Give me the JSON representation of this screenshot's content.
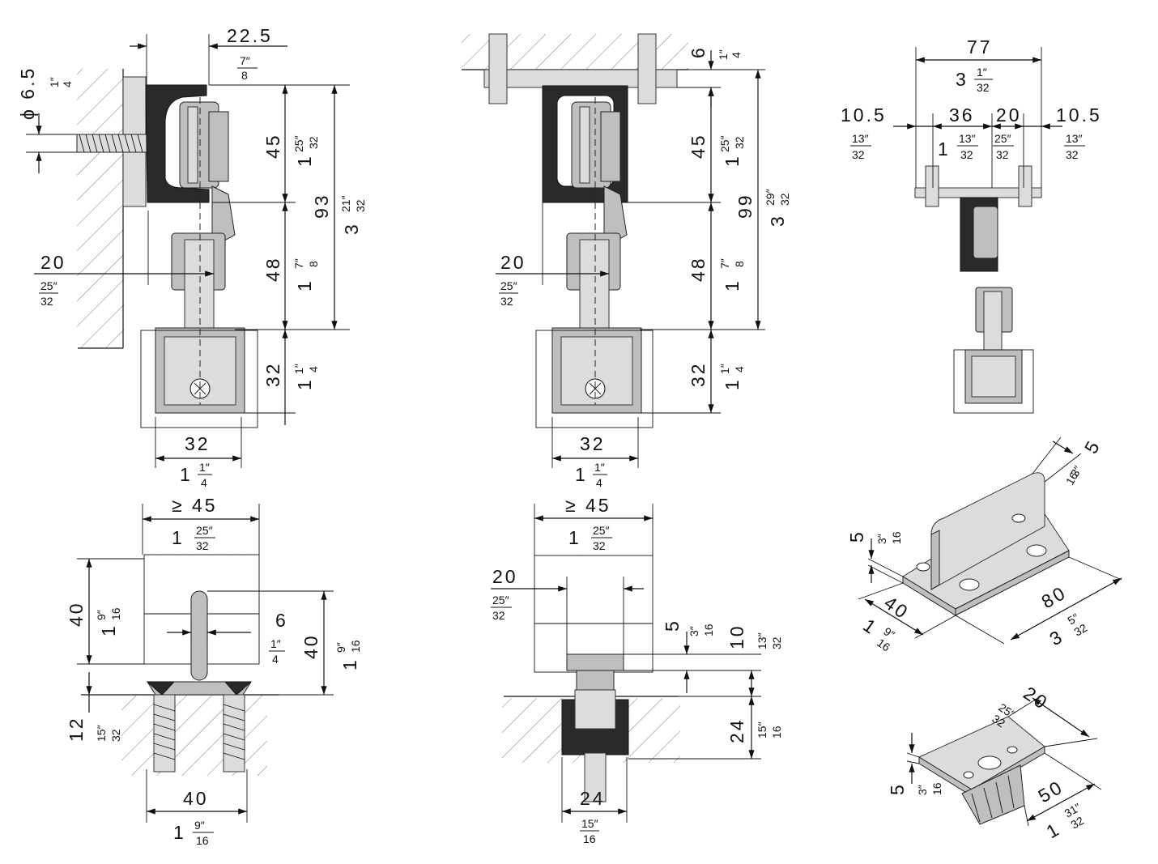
{
  "view1": {
    "d_22_5": "22.5",
    "d_22_5_in": "7″/8",
    "phi": "ϕ 6.5",
    "phi_in": "1″/4",
    "d45": "45",
    "d45_in_w": "1",
    "d45_in_n": "25″",
    "d45_in_d": "32",
    "d93": "93",
    "d93_in_w": "3",
    "d93_in_n": "21″",
    "d93_in_d": "32",
    "d20": "20",
    "d20_in_n": "25″",
    "d20_in_d": "32",
    "d48": "48",
    "d48_in_w": "1",
    "d48_in_n": "7″",
    "d48_in_d": "8",
    "d32v": "32",
    "d32v_in_w": "1",
    "d32v_in_n": "1″",
    "d32v_in_d": "4",
    "d32h": "32",
    "d32h_in_w": "1",
    "d32h_in_n": "1″",
    "d32h_in_d": "4"
  },
  "view2": {
    "d6": "6",
    "d6_in_n": "1″",
    "d6_in_d": "4",
    "d45": "45",
    "d45_in_w": "1",
    "d45_in_n": "25″",
    "d45_in_d": "32",
    "d99": "99",
    "d99_in_w": "3",
    "d99_in_n": "29″",
    "d99_in_d": "32",
    "d20": "20",
    "d20_in_n": "25″",
    "d20_in_d": "32",
    "d48": "48",
    "d48_in_w": "1",
    "d48_in_n": "7″",
    "d48_in_d": "8",
    "d32v": "32",
    "d32v_in_w": "1",
    "d32v_in_n": "1″",
    "d32v_in_d": "4",
    "d32h": "32",
    "d32h_in_w": "1",
    "d32h_in_n": "1″",
    "d32h_in_d": "4"
  },
  "view3": {
    "d77": "77",
    "d77_in_w": "3",
    "d77_in_n": "1″",
    "d77_in_d": "32",
    "d10a": "10.5",
    "d10a_in_n": "13″",
    "d10a_in_d": "32",
    "d36": "36",
    "d36_in_w": "1",
    "d36_in_n": "13″",
    "d36_in_d": "32",
    "d20": "20",
    "d20_in_n": "25″",
    "d20_in_d": "32",
    "d10b": "10.5",
    "d10b_in_n": "13″",
    "d10b_in_d": "32"
  },
  "view4": {
    "d45": "≥ 45",
    "d45_in_w": "1",
    "d45_in_n": "25″",
    "d45_in_d": "32",
    "d40v": "40",
    "d40v_in_w": "1",
    "d40v_in_n": "9″",
    "d40v_in_d": "16",
    "d6": "6",
    "d6_in_n": "1″",
    "d6_in_d": "4",
    "d40r": "40",
    "d40r_in_w": "1",
    "d40r_in_n": "9″",
    "d40r_in_d": "16",
    "d12": "12",
    "d12_in_n": "15″",
    "d12_in_d": "32",
    "d40h": "40",
    "d40h_in_w": "1",
    "d40h_in_n": "9″",
    "d40h_in_d": "16"
  },
  "view5": {
    "d45": "≥ 45",
    "d45_in_w": "1",
    "d45_in_n": "25″",
    "d45_in_d": "32",
    "d20": "20",
    "d20_in_n": "25″",
    "d20_in_d": "32",
    "d5": "5",
    "d5_in_n": "3″",
    "d5_in_d": "16",
    "d10": "10",
    "d10_in_n": "13″",
    "d10_in_d": "32",
    "d24v": "24",
    "d24v_in_n": "15″",
    "d24v_in_d": "16",
    "d24h": "24",
    "d24h_in_n": "15″",
    "d24h_in_d": "16"
  },
  "view6": {
    "d5top": "5",
    "d5top_in_n": "3″",
    "d5top_in_d": "16",
    "d5": "5",
    "d5_in_n": "3″",
    "d5_in_d": "16",
    "d40": "40",
    "d40_in_w": "1",
    "d40_in_n": "9″",
    "d40_in_d": "16",
    "d80": "80",
    "d80_in_w": "3",
    "d80_in_n": "5″",
    "d80_in_d": "32"
  },
  "view7": {
    "d20": "20",
    "d20_in_n": "25″",
    "d20_in_d": "32",
    "d5": "5",
    "d5_in_n": "3″",
    "d5_in_d": "16",
    "d50": "50",
    "d50_in_w": "1",
    "d50_in_n": "31″",
    "d50_in_d": "32"
  }
}
